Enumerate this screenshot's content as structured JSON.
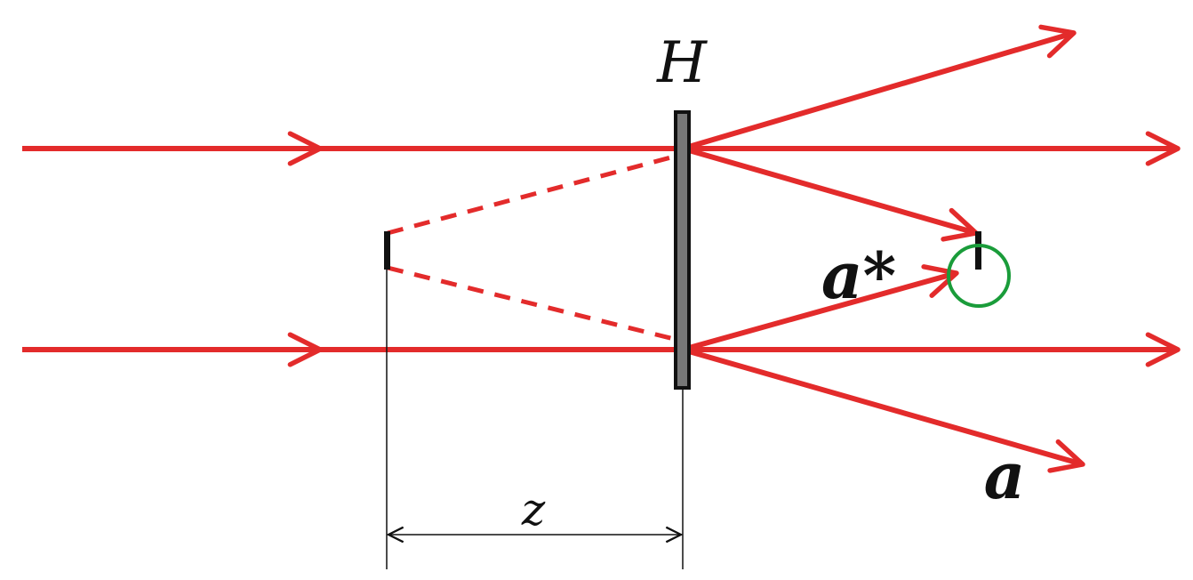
{
  "labels": {
    "hologram": "H",
    "real_image": "a*",
    "virtual_wave": "a",
    "distance": "z"
  },
  "colors": {
    "ray": "#e32b2b",
    "hologram_plate": "#333333",
    "object": "#111111",
    "focus_circle": "#1a9c3a",
    "dimension": "#111111",
    "text": "#111111"
  }
}
